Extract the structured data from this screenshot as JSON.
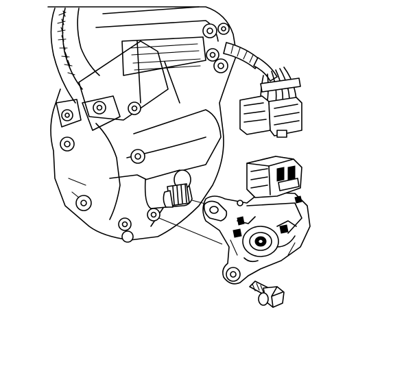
{
  "figure": {
    "colors": {
      "line": "#000000",
      "background": "#ffffff"
    },
    "parts": [
      "transmission-case",
      "flywheel-ring-gear",
      "wiring-harness",
      "harness-connector",
      "manual-shaft",
      "range-switch",
      "range-switch-connector",
      "mounting-bolt"
    ]
  }
}
